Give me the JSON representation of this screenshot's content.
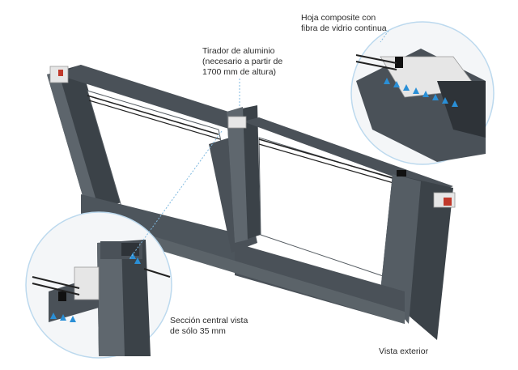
{
  "labels": {
    "composite_leaf": "Hoja composite con\nfibra de vidrio continua",
    "aluminum_handle": "Tirador de aluminio\n(necesario a partir de\n1700 mm de altura)",
    "central_section": "Sección central vista\nde sólo 35 mm",
    "exterior_view": "Vista exterior"
  },
  "colors": {
    "frame": "#4a5158",
    "frame_light": "#6b737a",
    "frame_dark": "#2e3338",
    "pvc": "#e6e6e6",
    "accent_arrows": "#2a8fd6",
    "callout_circle": "#bcd9ee"
  }
}
